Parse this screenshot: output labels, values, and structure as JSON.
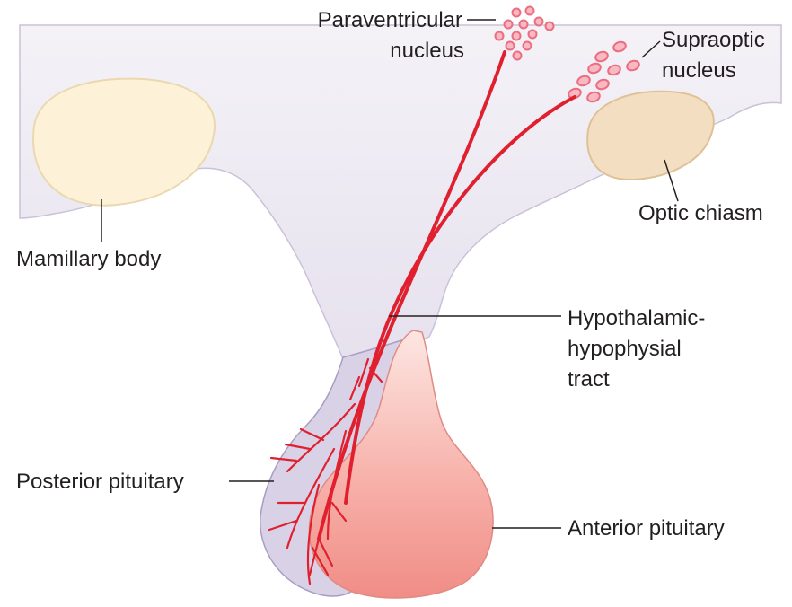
{
  "labels": {
    "paraventricular_line1": "Paraventricular",
    "paraventricular_line2": "nucleus",
    "supraoptic_line1": "Supraoptic",
    "supraoptic_line2": "nucleus",
    "optic_chiasm": "Optic chiasm",
    "mamillary_body": "Mamillary body",
    "tract_line1": "Hypothalamic-",
    "tract_line2": "hypophysial",
    "tract_line3": "tract",
    "posterior_pituitary": "Posterior pituitary",
    "anterior_pituitary": "Anterior pituitary"
  },
  "colors": {
    "hypothalamus_fill": "#ebe7f1",
    "posterior_fill": "#d6cfe3",
    "mamillary_fill": "#fbf1d6",
    "optic_fill": "#f2ddc0",
    "anterior_fill": "#f4a7a0",
    "nerve_color": "#e0202f",
    "cell_color": "#f07f8e"
  }
}
